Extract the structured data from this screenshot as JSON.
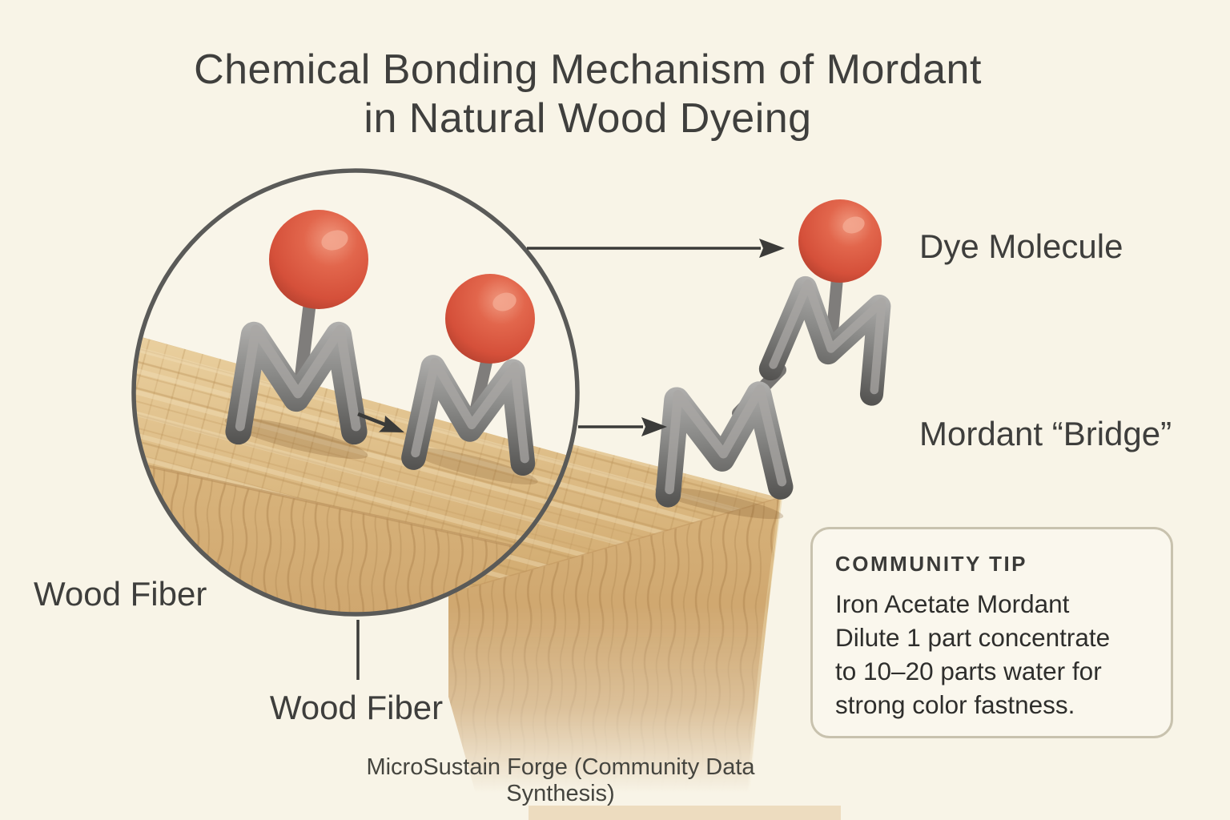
{
  "title": {
    "line1": "Chemical Bonding Mechanism of Mordant",
    "line2": "in Natural Wood Dyeing"
  },
  "callouts": {
    "dye_molecule": "Dye Molecule",
    "mordant_bridge": "Mordant “Bridge”",
    "wood_fiber_left": "Wood Fiber",
    "wood_fiber_bottom": "Wood Fiber"
  },
  "tip_box": {
    "heading": "COMMUNITY TIP",
    "lines": [
      "Iron Acetate Mordant",
      "Dilute 1 part concentrate",
      "to 10–20 parts water for",
      "strong color fastness."
    ]
  },
  "attribution": "MicroSustain Forge (Community Data Synthesis)",
  "colors": {
    "background": "#f8f4e7",
    "text_dark": "#3e3e3c",
    "dye_red": "#d85440",
    "mordant_gray": "#8b8b89",
    "wood_tan": "#d9b47c",
    "tip_box_border": "#c8c2ae",
    "circle_ring": "#5a5a58",
    "arrow": "#3b3b39"
  }
}
